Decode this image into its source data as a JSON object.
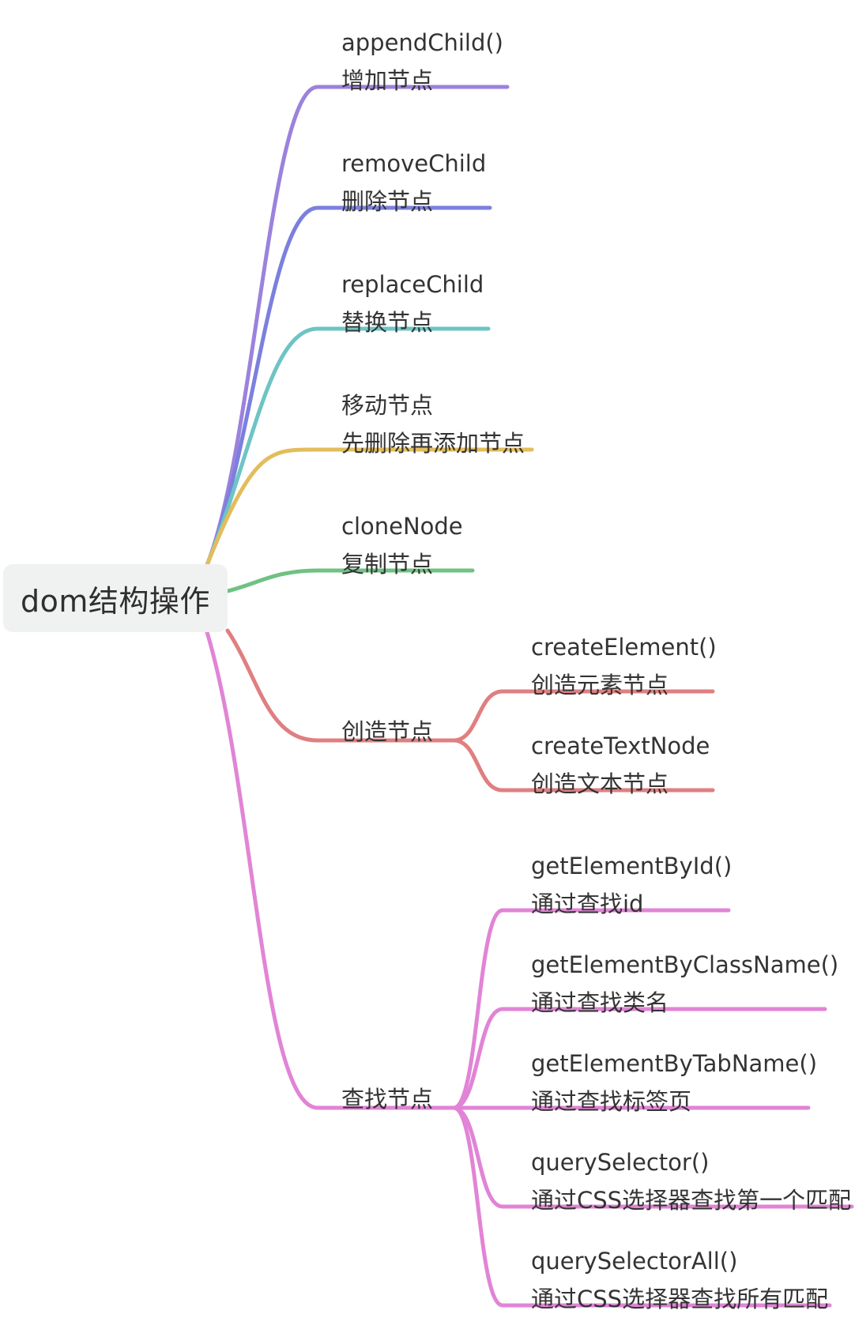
{
  "root": {
    "label": "dom结构操作"
  },
  "branches": [
    {
      "id": "append",
      "color": "#9b82dc",
      "lines": [
        "appendChild()",
        "增加节点"
      ]
    },
    {
      "id": "remove",
      "color": "#7b80de",
      "lines": [
        "removeChild",
        "删除节点"
      ]
    },
    {
      "id": "replace",
      "color": "#6ec4c4",
      "lines": [
        "replaceChild",
        "替换节点"
      ]
    },
    {
      "id": "move",
      "color": "#e3bd5c",
      "lines": [
        "移动节点",
        "先删除再添加节点"
      ]
    },
    {
      "id": "clone",
      "color": "#6fc282",
      "lines": [
        "cloneNode",
        "复制节点"
      ]
    },
    {
      "id": "create",
      "color": "#e07f80",
      "lines": [
        "创造节点"
      ],
      "children": [
        {
          "id": "create-element",
          "lines": [
            "createElement()",
            "创造元素节点"
          ]
        },
        {
          "id": "create-text-node",
          "lines": [
            "createTextNode",
            "创造文本节点"
          ]
        }
      ]
    },
    {
      "id": "find",
      "color": "#e184d6",
      "lines": [
        "查找节点"
      ],
      "children": [
        {
          "id": "get-by-id",
          "lines": [
            "getElementById()",
            "通过查找id"
          ]
        },
        {
          "id": "get-by-class",
          "lines": [
            "getElementByClassName()",
            "通过查找类名"
          ]
        },
        {
          "id": "get-by-tab",
          "lines": [
            "getElementByTabName()",
            "通过查找标签页"
          ]
        },
        {
          "id": "query-selector",
          "lines": [
            "querySelector()",
            "通过CSS选择器查找第一个匹配"
          ]
        },
        {
          "id": "query-selector-all",
          "lines": [
            "querySelectorAll()",
            "通过CSS选择器查找所有匹配"
          ]
        }
      ]
    }
  ]
}
